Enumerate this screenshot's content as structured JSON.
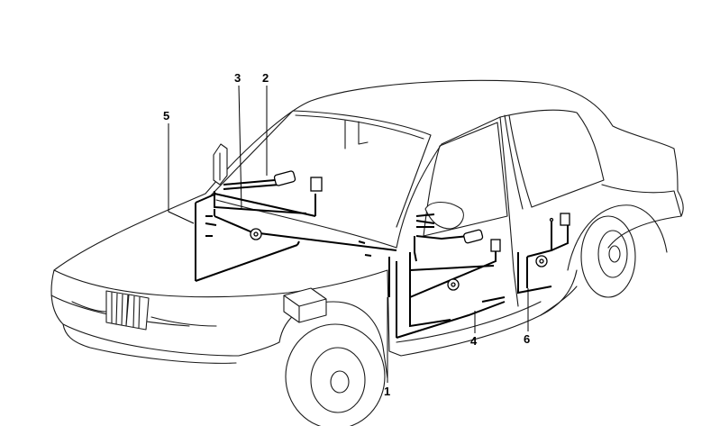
{
  "callouts": [
    {
      "id": "c1",
      "text": "1"
    },
    {
      "id": "c2",
      "text": "2"
    },
    {
      "id": "c3",
      "text": "3"
    },
    {
      "id": "c4",
      "text": "4"
    },
    {
      "id": "c5",
      "text": "5"
    },
    {
      "id": "c6",
      "text": "6"
    }
  ],
  "colors": {
    "line": "#000000",
    "background": "#ffffff"
  }
}
